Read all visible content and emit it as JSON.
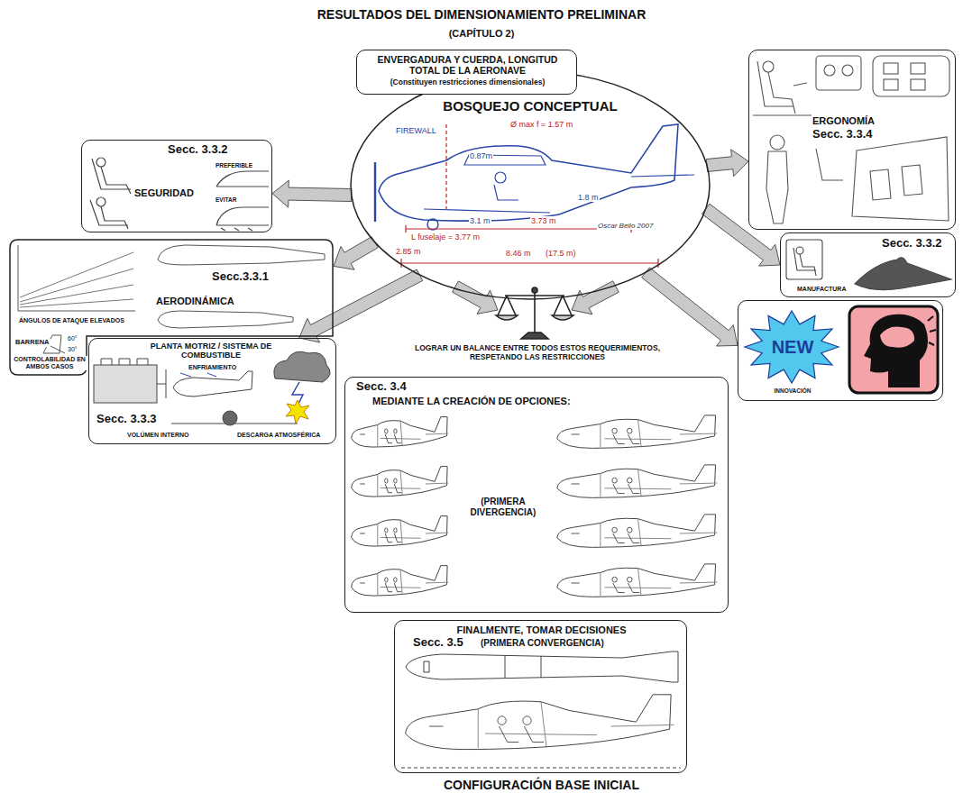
{
  "diagram": {
    "title": "RESULTADOS DEL DIMENSIONAMIENTO PRELIMINAR",
    "nodes": [
      {
        "text": [
          "ENVERGADURA Y CUERDA, LONGITUD TOTAL DE LA AERONAVE",
          "(Constituyen restricciones dimensionales)"
        ]
      },
      {
        "text": [
          "BOSQUEJO CONCEPTUAL"
        ]
      },
      {
        "text": [
          "Secc. 3.3.2",
          "SEGURIDAD"
        ]
      },
      {
        "text": [
          "ERGONOMÍA",
          "Secc. 3.3.4"
        ]
      },
      {
        "text": [
          "Secc.3.3.1",
          "AERODINÁMICA"
        ]
      },
      {
        "text": [
          "Secc. 3.3.2",
          "MANUFACTURA"
        ]
      },
      {
        "text": [
          "PLANTA MOTRIZ / SISTEMA DE COMBUSTIBLE",
          "Secc. 3.3.3"
        ]
      },
      {
        "text": [
          "NEW",
          "INNOVACIÓN"
        ]
      },
      {
        "text": [
          "Secc. 3.4",
          "MEDIANTE LA CREACIÓN DE OPCIONES:",
          "(PRIMERA DIVERGENCIA)"
        ]
      },
      {
        "text": [
          "FINALMENTE, TOMAR DECISIONES",
          "Secc. 3.5",
          "(PRIMERA CONVERGENCIA)",
          "CONFIGURACIÓN BASE INICIAL"
        ]
      }
    ],
    "edges": [
      {
        "from": 1,
        "to": 2,
        "arrow": "to"
      },
      {
        "from": 1,
        "to": 3,
        "arrow": "to"
      },
      {
        "from": 1,
        "to": 4,
        "arrow": "to"
      },
      {
        "from": 1,
        "to": 5,
        "arrow": "to"
      },
      {
        "from": 1,
        "to": 6,
        "arrow": "to"
      },
      {
        "from": 1,
        "to": 7,
        "arrow": "to"
      }
    ],
    "labels": [
      "(CAPÍTULO 2)",
      "FIREWALL",
      "Ø max f = 1.57 m",
      "0.87m",
      "1.8 m",
      "3.1 m",
      "3.73 m",
      "L fuselaje = 3.77 m",
      "2.85 m",
      "8.46 m",
      "(17.5 m)",
      "Oscar Bello 2007",
      "PREFERIBLE",
      "EVITAR",
      "ÁNGULOS DE ATAQUE ELEVADOS",
      "BARRENA",
      "60°",
      "30°",
      "CONTROLABILIDAD EN AMBOS CASOS",
      "ENFRIAMIENTO",
      "VOLÚMEN INTERNO",
      "DESCARGA ATMOSFÉRICA",
      "LOGRAR UN BALANCE ENTRE TODOS ESTOS REQUERIMIENTOS, RESPETANDO LAS RESTRICCIONES"
    ]
  }
}
